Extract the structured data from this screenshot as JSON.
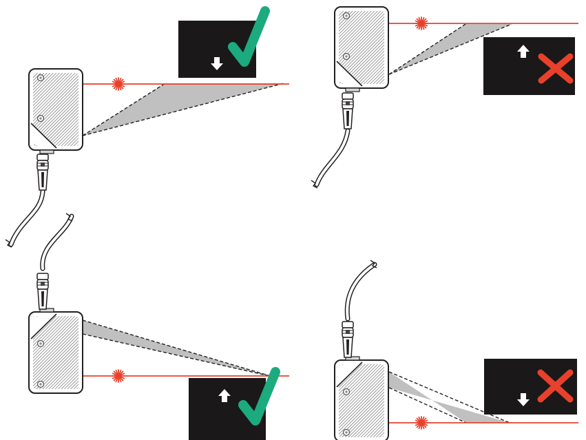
{
  "scenes": [
    {
      "sensor": "upright",
      "object_motion": "down",
      "result": "correct",
      "icon": "green-check-icon"
    },
    {
      "sensor": "upright",
      "object_motion": "up",
      "result": "incorrect",
      "icon": "red-cross-icon"
    },
    {
      "sensor": "inverted",
      "object_motion": "up",
      "result": "correct",
      "icon": "green-check-icon"
    },
    {
      "sensor": "inverted",
      "object_motion": "down",
      "result": "incorrect",
      "icon": "red-cross-icon"
    }
  ],
  "colors": {
    "laser": "#e8412b",
    "check": "#1bab7e",
    "cross": "#e8412b",
    "object": "#1a1818",
    "cone": "#c0c0c0",
    "housing": "#e8e8e8",
    "outline": "#231f20"
  }
}
